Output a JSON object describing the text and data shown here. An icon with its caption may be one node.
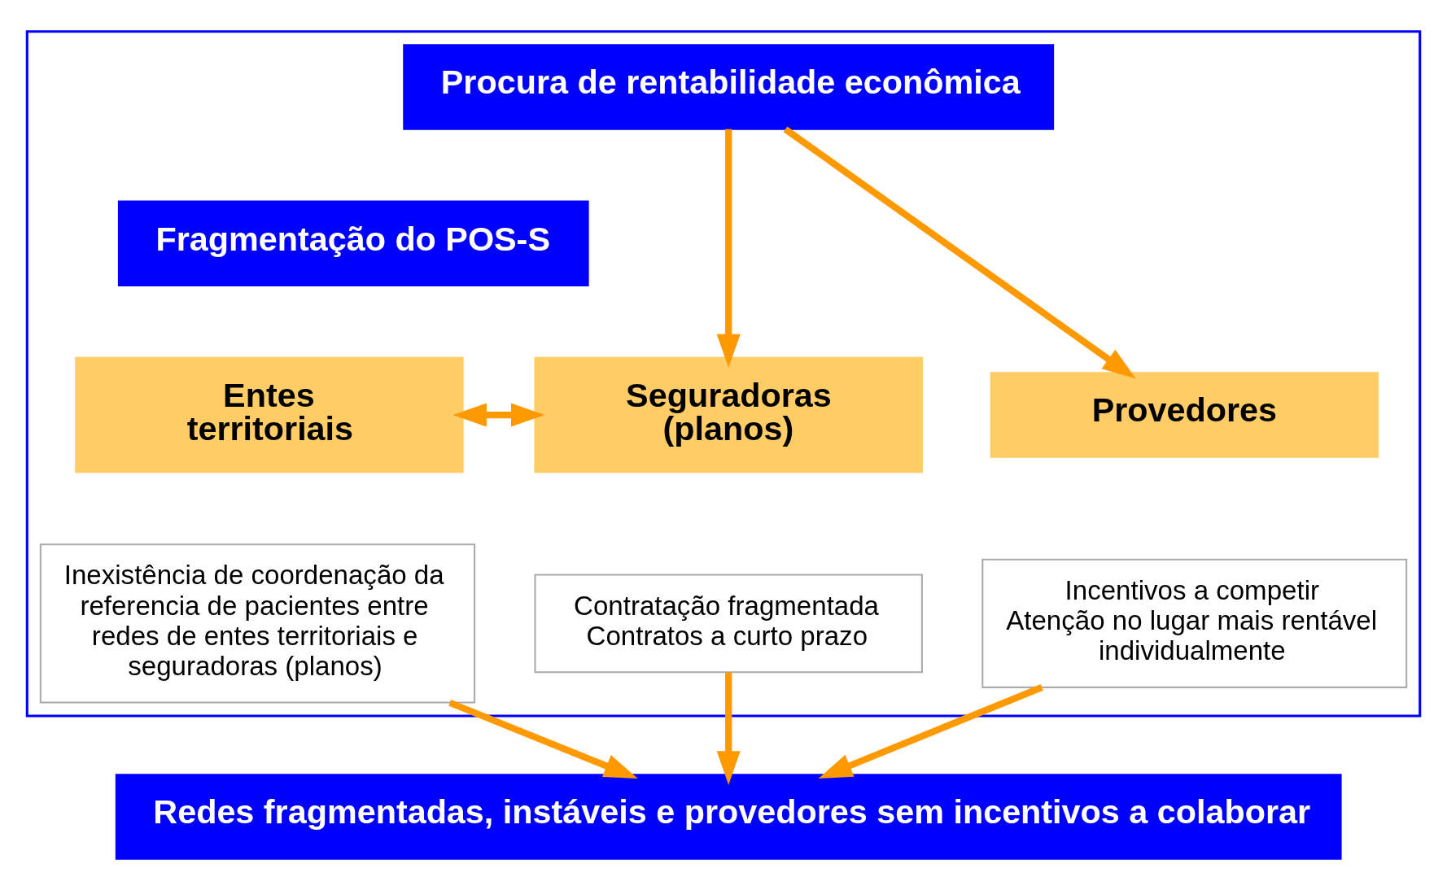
{
  "diagram": {
    "nodes": [
      {
        "text": [],
        "shape": "box"
      },
      {
        "text": [
          "Procura de rentabilidade econômica"
        ],
        "in": 0
      },
      {
        "text": [
          "Fragmentação do POS-S"
        ],
        "in": 0
      },
      {
        "text": [
          "Entes territoriais"
        ],
        "in": 0
      },
      {
        "text": [
          "Seguradoras (planos)"
        ],
        "in": 0
      },
      {
        "text": [
          "Provedores"
        ],
        "in": 0
      },
      {
        "text": [
          "Inexistência de coordenação da referencia de pacientes entre redes de entes territoriais e seguradoras (planos)"
        ],
        "in": 0
      },
      {
        "text": [
          "Contratação fragmentada",
          "Contratos a curto prazo"
        ],
        "in": 0
      },
      {
        "text": [
          "Incentivos a competir",
          "Atenção no lugar mais rentável individualmente"
        ],
        "in": 0
      },
      {
        "text": [
          "Redes fragmentadas, instáveis e provedores sem incentivos a colaborar"
        ]
      }
    ],
    "edges": [
      {
        "from": 1,
        "to": 4,
        "arrow": "to"
      },
      {
        "from": 1,
        "to": 5,
        "arrow": "to"
      },
      {
        "from": 3,
        "to": 4,
        "arrow": "both"
      },
      {
        "from": 6,
        "to": 9,
        "arrow": "to"
      },
      {
        "from": 7,
        "to": 9,
        "arrow": "to"
      },
      {
        "from": 8,
        "to": 9,
        "arrow": "to"
      }
    ]
  }
}
